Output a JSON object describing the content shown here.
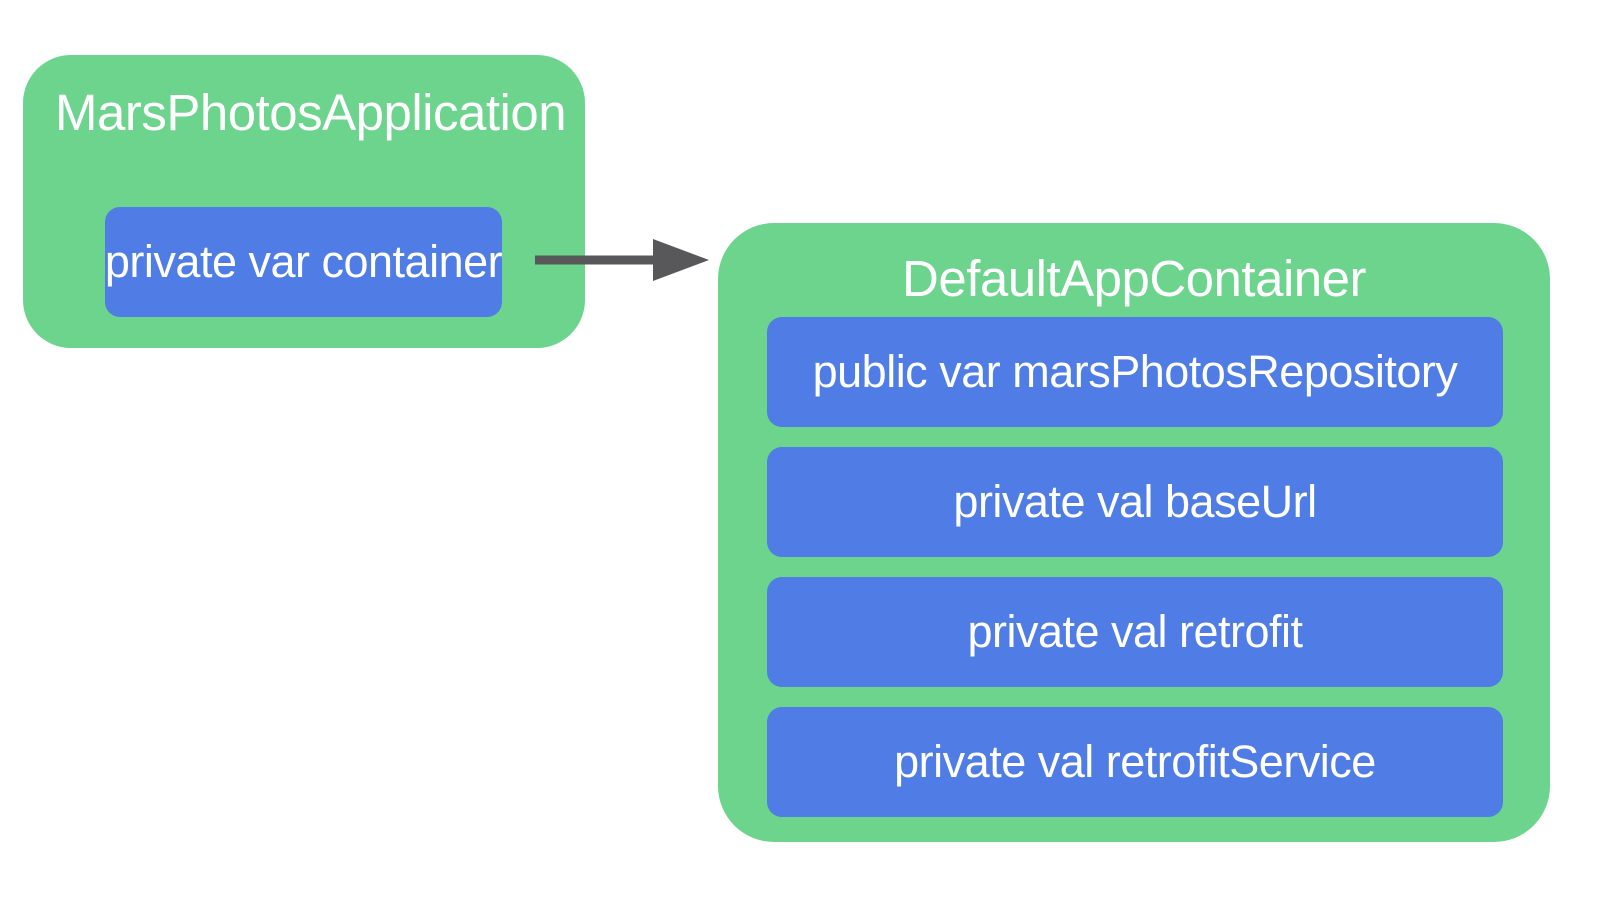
{
  "colors": {
    "canvas_bg": "#FFFFFF",
    "box_green": "#6DD48E",
    "field_blue": "#4F7CE5",
    "arrow_gray": "#58585A",
    "text_white": "#FFFFFF"
  },
  "app_box": {
    "title": "MarsPhotosApplication",
    "field": "private var container"
  },
  "container_box": {
    "title": "DefaultAppContainer",
    "fields": [
      "public var marsPhotosRepository",
      "private val baseUrl",
      "private val retrofit",
      "private val retrofitService"
    ]
  },
  "edges": [
    {
      "from": "private var container",
      "to": "DefaultAppContainer",
      "direction": "right"
    }
  ]
}
